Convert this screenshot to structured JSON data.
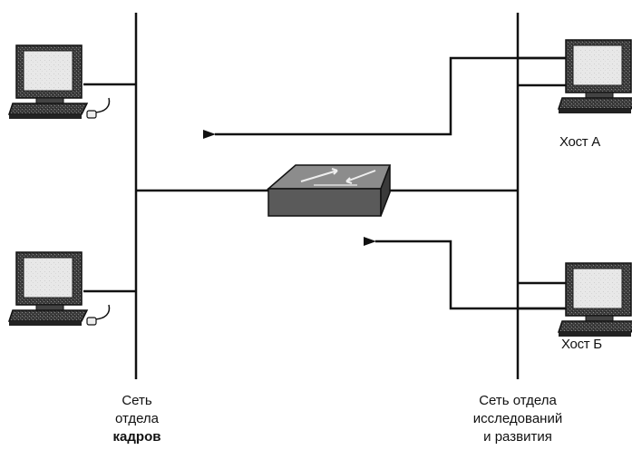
{
  "hosts": {
    "a": "Хост А",
    "b": "Хост Б"
  },
  "networks": {
    "hr": [
      "Сеть",
      "отдела",
      "кадров"
    ],
    "rnd": [
      "Сеть отдела",
      "исследований",
      "и развития"
    ]
  },
  "colors": {
    "line": "#111111",
    "switch_top": "#8c8c8c",
    "switch_front": "#5a5a5a",
    "switch_side": "#3a3a3a",
    "monitor_body": "#3c3c3c",
    "screen": "#e6e6e6"
  }
}
